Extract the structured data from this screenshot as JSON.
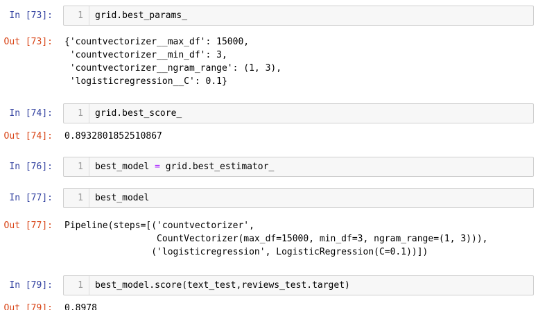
{
  "notebook": {
    "colors": {
      "in_prompt": "#303F9F",
      "out_prompt": "#D84315",
      "operator": "#AA22FF",
      "cell_background": "#f7f7f7",
      "cell_border": "#cfcfcf",
      "line_number": "#999999"
    },
    "cells": [
      {
        "in_prompt": "In [73]:",
        "line_number": "1",
        "code": "grid.best_params_",
        "out_prompt": "Out [73]:",
        "output": "{'countvectorizer__max_df': 15000,\n 'countvectorizer__min_df': 3,\n 'countvectorizer__ngram_range': (1, 3),\n 'logisticregression__C': 0.1}"
      },
      {
        "in_prompt": "In [74]:",
        "line_number": "1",
        "code": "grid.best_score_",
        "out_prompt": "Out [74]:",
        "output": "0.8932801852510867"
      },
      {
        "in_prompt": "In [76]:",
        "line_number": "1",
        "code_before_op": "best_model ",
        "operator": "=",
        "code_after_op": " grid.best_estimator_"
      },
      {
        "in_prompt": "In [77]:",
        "line_number": "1",
        "code": "best_model",
        "out_prompt": "Out [77]:",
        "output": "Pipeline(steps=[('countvectorizer',\n                 CountVectorizer(max_df=15000, min_df=3, ngram_range=(1, 3))),\n                ('logisticregression', LogisticRegression(C=0.1))])"
      },
      {
        "in_prompt": "In [79]:",
        "line_number": "1",
        "code": "best_model.score(text_test,reviews_test.target)",
        "out_prompt": "Out [79]:",
        "output": "0.8978"
      }
    ]
  }
}
